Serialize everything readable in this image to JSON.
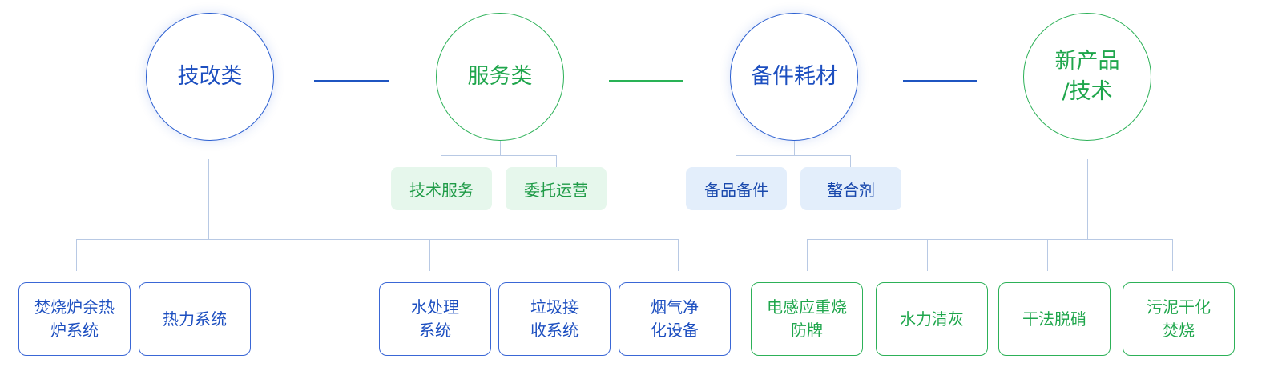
{
  "categories": [
    {
      "label": "技改类"
    },
    {
      "label": "服务类"
    },
    {
      "label": "备件耗材"
    },
    {
      "label": "新产品\n/技术"
    }
  ],
  "service_items": [
    "技术服务",
    "委托运营"
  ],
  "consumable_items": [
    "备品备件",
    "螯合剂"
  ],
  "retrofit_items": [
    "焚烧炉余热\n炉系统",
    "热力系统",
    "水处理\n系统",
    "垃圾接\n收系统",
    "烟气净\n化设备"
  ],
  "new_product_items": [
    "电感应重烧\n防牌",
    "水力清灰",
    "干法脱硝",
    "污泥干化\n焚烧"
  ],
  "colors": {
    "blue": "#1d4fc0",
    "green": "#1fa64c",
    "connector": "#b8c9e4"
  }
}
